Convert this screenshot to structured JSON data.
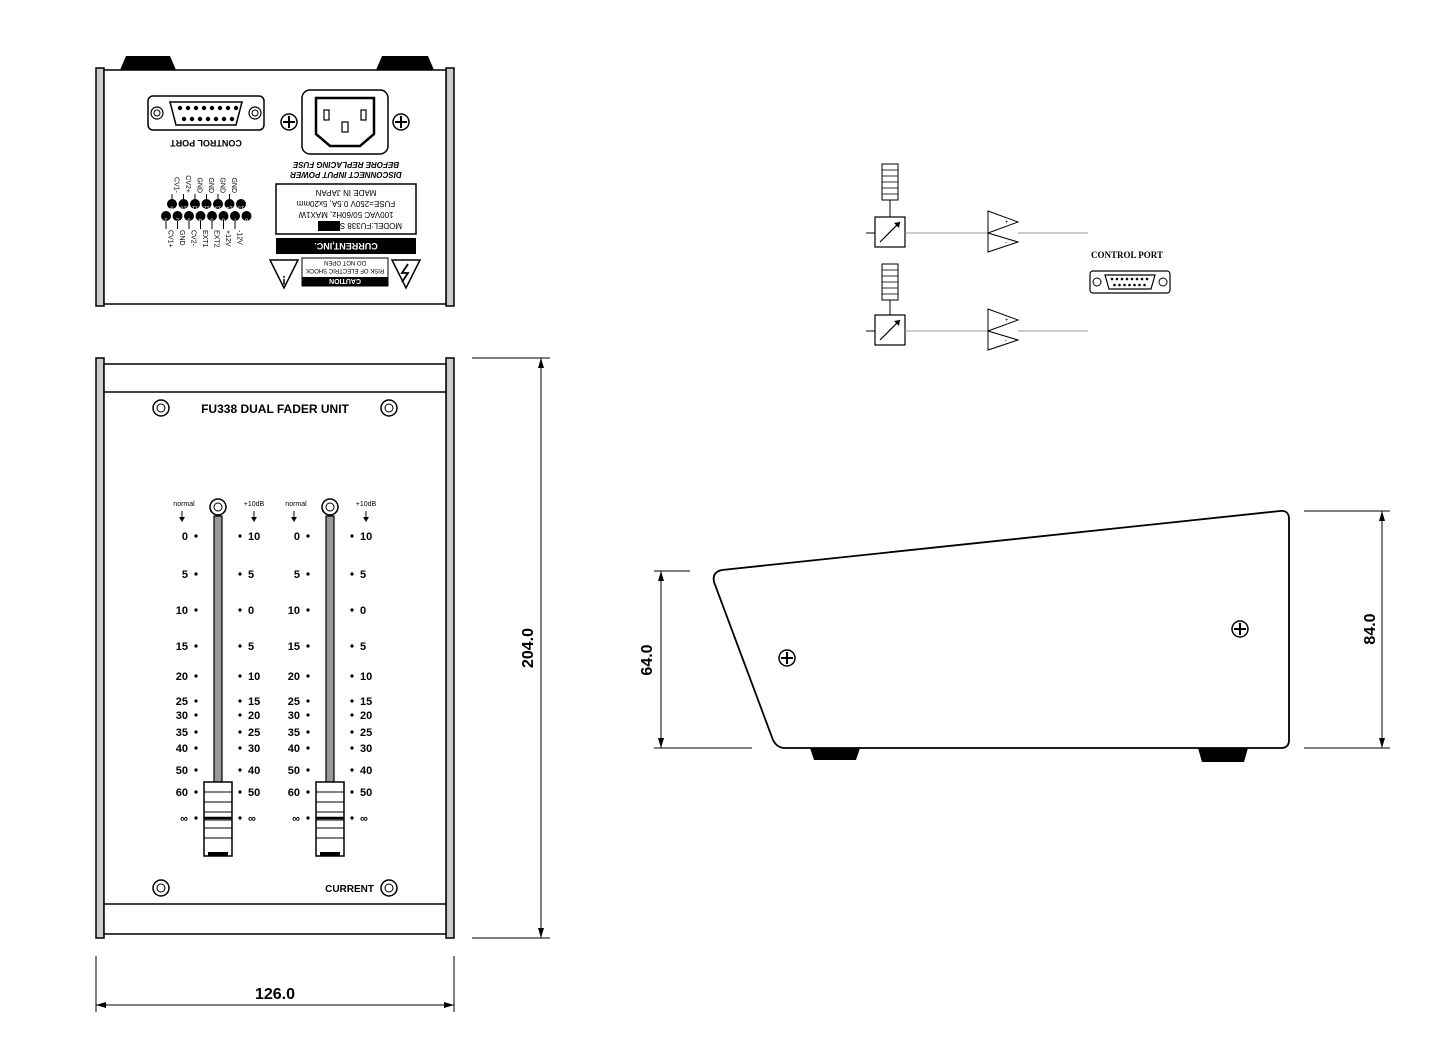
{
  "rear_panel": {
    "control_port_label": "CONTROL PORT",
    "fuse_warning": [
      "DISCONNECT INPUT POWER",
      "BEFORE REPLACING FUSE"
    ],
    "rating_label": [
      "MODEL:FU338 SN",
      "100VAC 50/60Hz, MAX1W",
      "FUSE=250V 0.5A, 5x20mm",
      "MADE IN JAPAN"
    ],
    "brand": "CURRENT,INC.",
    "caution": [
      "CAUTION",
      "RISK OF ELECTRIC SHOCK",
      "DO NOT OPEN"
    ],
    "pins_bottom_row": [
      {
        "num": "1",
        "label": "CV1+"
      },
      {
        "num": "2",
        "label": "GND"
      },
      {
        "num": "3",
        "label": "CV2-"
      },
      {
        "num": "4",
        "label": "EXT1"
      },
      {
        "num": "5",
        "label": "EXT2"
      },
      {
        "num": "6",
        "label": "+12V"
      },
      {
        "num": "7",
        "label": "-12V"
      },
      {
        "num": "8",
        "label": ""
      }
    ],
    "pins_top_row": [
      {
        "num": "9",
        "label": "CV1-"
      },
      {
        "num": "10",
        "label": "CV2+"
      },
      {
        "num": "11",
        "label": "GND"
      },
      {
        "num": "12",
        "label": "GND"
      },
      {
        "num": "13",
        "label": "GND"
      },
      {
        "num": "14",
        "label": "GND"
      },
      {
        "num": "15",
        "label": ""
      }
    ]
  },
  "front_panel": {
    "title": "FU338 DUAL FADER UNIT",
    "brand": "CURRENT",
    "header_left": "normal",
    "header_right": "+10dB",
    "scale_left": [
      "0",
      "5",
      "10",
      "15",
      "20",
      "25",
      "30",
      "35",
      "40",
      "50",
      "60",
      "∞"
    ],
    "scale_right": [
      "10",
      "5",
      "0",
      "5",
      "10",
      "15",
      "20",
      "25",
      "30",
      "40",
      "50",
      "∞"
    ]
  },
  "dimensions": {
    "width": "126.0",
    "height": "204.0",
    "front_height": "64.0",
    "rear_height": "84.0"
  },
  "schematic": {
    "control_port_label": "CONTROL PORT",
    "amp_plus": "+",
    "amp_minus": "-"
  }
}
